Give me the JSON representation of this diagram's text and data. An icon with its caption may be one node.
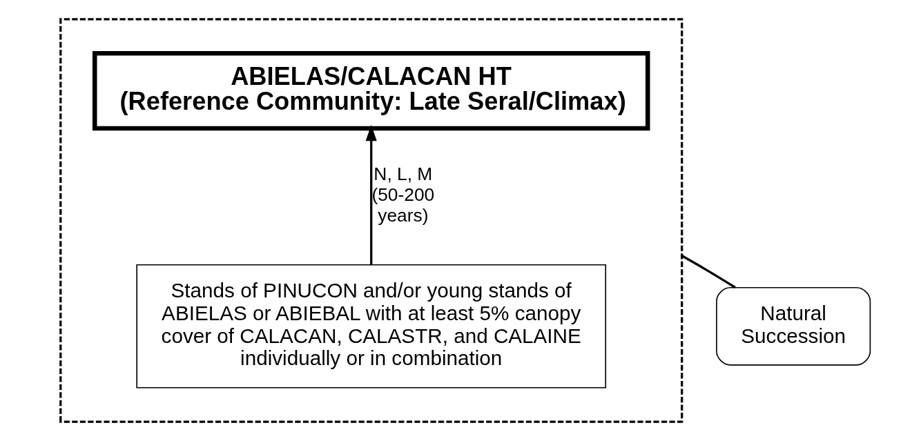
{
  "diagram": {
    "nodes": [
      {
        "text": [],
        "shape": "box"
      },
      {
        "text": [
          "ABIELAS/CALACAN HT",
          "(Reference Community: Late Seral/Climax)"
        ],
        "in": 0
      },
      {
        "text": [
          "Stands of PINUCON and/or young stands of ABIELAS or ABIEBAL with at least 5% canopy cover of CALACAN, CALASTR, and CALAINE individually or in combination"
        ],
        "in": 0
      },
      {
        "text": [
          "Natural Succession"
        ]
      }
    ],
    "edges": [
      {
        "from": 2,
        "to": 1,
        "arrow": "to",
        "label": "N, L, M (50-200 years)"
      },
      {
        "from": 3,
        "to": 0,
        "arrow": "none"
      }
    ]
  }
}
